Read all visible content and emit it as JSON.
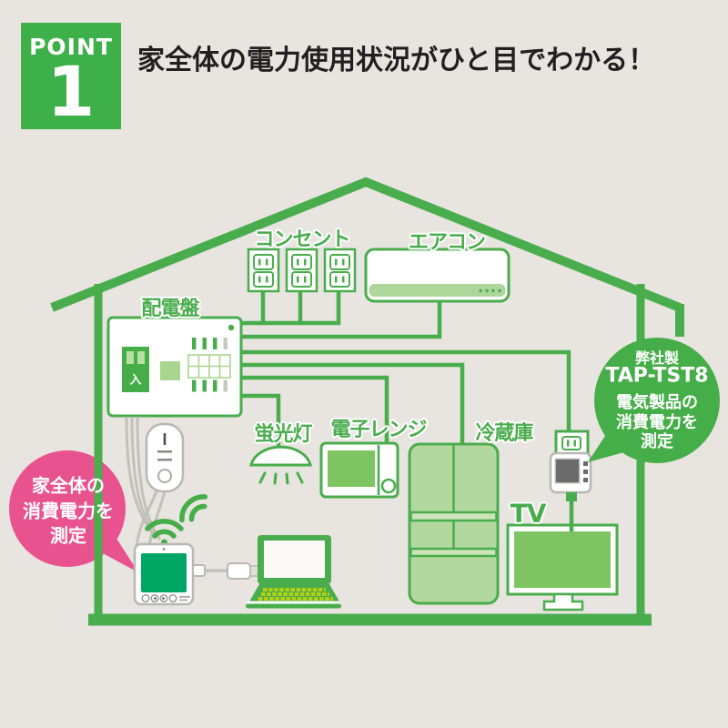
{
  "point_badge": {
    "label": "POINT",
    "number": "1"
  },
  "title": "家全体の電力使用状況がひと目でわかる！",
  "device_labels": {
    "outlets": "コンセント",
    "air_conditioner": "エアコン",
    "distribution_board": "配電盤",
    "fluorescent_light": "蛍光灯",
    "microwave": "電子レンジ",
    "refrigerator": "冷蔵庫",
    "tv": "TV"
  },
  "distribution_board": {
    "main_breaker_label": "入"
  },
  "callouts": {
    "whole_house": {
      "lines": [
        "家全体の",
        "消費電力を",
        "測定"
      ],
      "color": "#e8538f"
    },
    "product": {
      "maker": "弊社製",
      "model": "TAP-TST8",
      "lines": [
        "電気製品の",
        "消費電力を",
        "測定"
      ],
      "color": "#46ae49"
    }
  },
  "colors": {
    "background": "#e8e4df",
    "green_line": "#4aad4d",
    "green_badge": "#3eb049",
    "green_bubble": "#46ae49",
    "green_fill_medium": "#7ec561",
    "green_fill_light": "#b3d89f",
    "display_screen_green": "#00a664",
    "pink": "#e8538f",
    "meter_screen_gray": "#6b6b6b"
  }
}
